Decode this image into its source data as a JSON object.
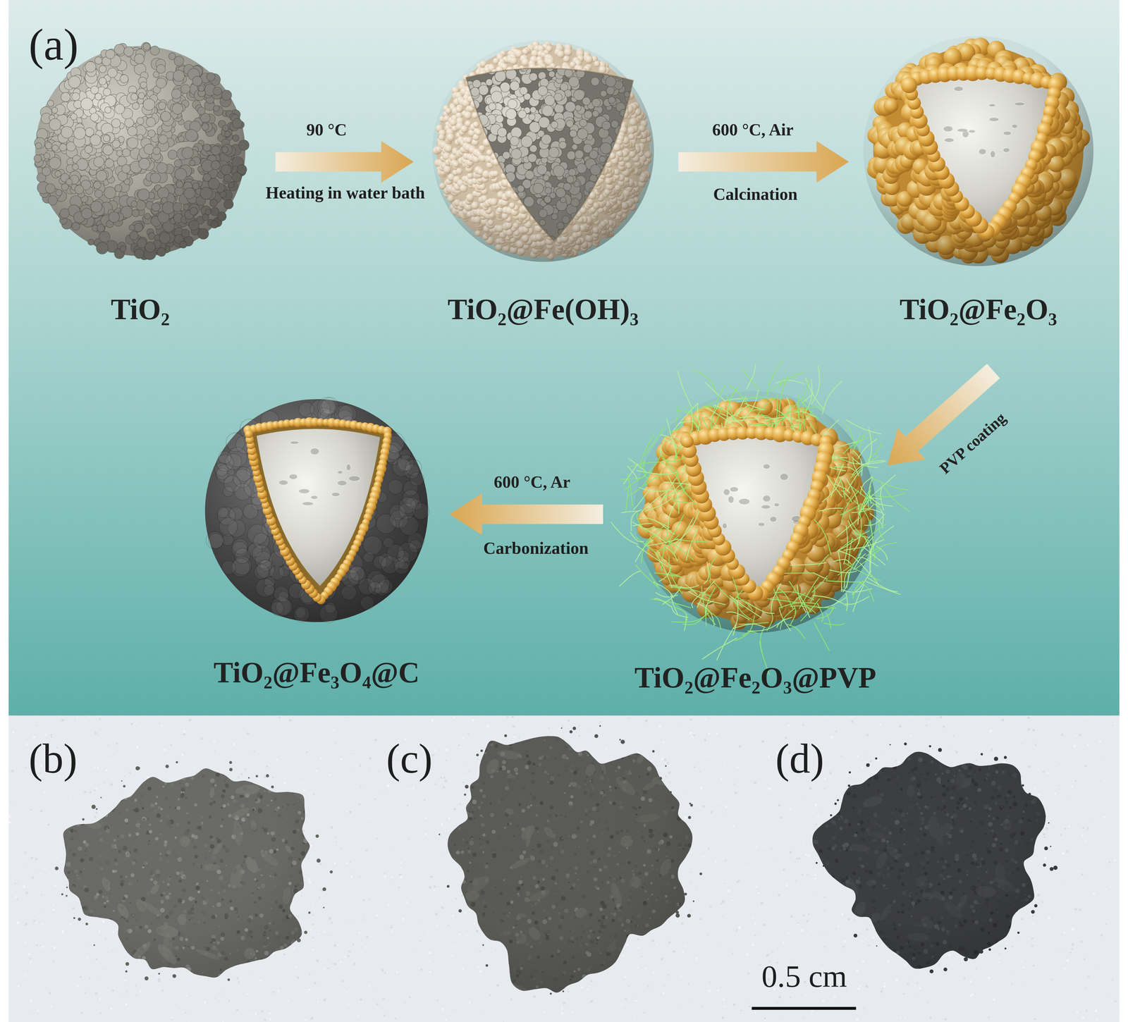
{
  "diagram": {
    "nodes": [
      {
        "text": [
          "TiO₂"
        ]
      },
      {
        "text": [
          "TiO₂@Fe(OH)₃"
        ]
      },
      {
        "text": [
          "TiO₂@Fe₂O₃"
        ]
      },
      {
        "text": [
          "TiO₂@Fe₃O₄@C"
        ]
      },
      {
        "text": [
          "TiO₂@Fe₂O₃@PVP"
        ]
      }
    ],
    "edges": [
      {
        "from": 0,
        "to": 1,
        "arrow": "to",
        "label": "90 °C"
      },
      {
        "from": 1,
        "to": 2,
        "arrow": "to",
        "label": "600 °C, Air"
      },
      {
        "from": 2,
        "to": 4,
        "arrow": "to",
        "label": "PVP coating"
      },
      {
        "from": 4,
        "to": 3,
        "arrow": "to",
        "label": "600 °C, Ar"
      }
    ],
    "labels": [
      "(a)",
      "Heating in water bath",
      "Calcination",
      "Carbonization",
      "(b)",
      "(c)",
      "(d)",
      "0.5 cm"
    ]
  }
}
